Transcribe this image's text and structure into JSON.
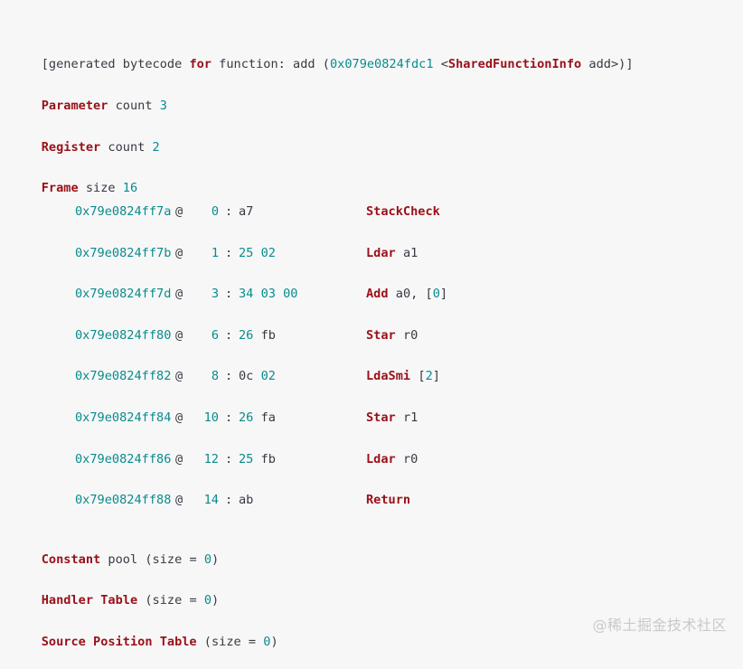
{
  "header": {
    "open": "[generated bytecode ",
    "for_kw": "for",
    "mid": " function: add (",
    "addr": "0x079e0824fdc1",
    "space_lt": " <",
    "sfi": "SharedFunctionInfo",
    "close": " add>)]"
  },
  "params": {
    "kw": "Parameter",
    "label": " count ",
    "value": "3"
  },
  "registers": {
    "kw": "Register",
    "label": " count ",
    "value": "2"
  },
  "frame": {
    "kw": "Frame",
    "label": " size ",
    "value": "16"
  },
  "instructions": [
    {
      "addr": "0x79e0824ff7a",
      "at": "@",
      "offset": "0",
      "colon": ":",
      "bytes": [
        {
          "t": "a7",
          "n": false
        }
      ],
      "op": "StackCheck",
      "args": []
    },
    {
      "addr": "0x79e0824ff7b",
      "at": "@",
      "offset": "1",
      "colon": ":",
      "bytes": [
        {
          "t": "25",
          "n": true
        },
        {
          "t": "02",
          "n": true
        }
      ],
      "op": "Ldar",
      "args": [
        {
          "t": "a1",
          "n": false
        }
      ]
    },
    {
      "addr": "0x79e0824ff7d",
      "at": "@",
      "offset": "3",
      "colon": ":",
      "bytes": [
        {
          "t": "34",
          "n": true
        },
        {
          "t": "03",
          "n": true
        },
        {
          "t": "00",
          "n": true
        }
      ],
      "op": "Add",
      "args": [
        {
          "t": "a0, [",
          "n": false
        },
        {
          "t": "0",
          "n": true
        },
        {
          "t": "]",
          "n": false
        }
      ]
    },
    {
      "addr": "0x79e0824ff80",
      "at": "@",
      "offset": "6",
      "colon": ":",
      "bytes": [
        {
          "t": "26",
          "n": true
        },
        {
          "t": "fb",
          "n": false
        }
      ],
      "op": "Star",
      "args": [
        {
          "t": "r0",
          "n": false
        }
      ]
    },
    {
      "addr": "0x79e0824ff82",
      "at": "@",
      "offset": "8",
      "colon": ":",
      "bytes": [
        {
          "t": "0c",
          "n": false
        },
        {
          "t": "02",
          "n": true
        }
      ],
      "op": "LdaSmi",
      "args": [
        {
          "t": "[",
          "n": false
        },
        {
          "t": "2",
          "n": true
        },
        {
          "t": "]",
          "n": false
        }
      ]
    },
    {
      "addr": "0x79e0824ff84",
      "at": "@",
      "offset": "10",
      "colon": ":",
      "bytes": [
        {
          "t": "26",
          "n": true
        },
        {
          "t": "fa",
          "n": false
        }
      ],
      "op": "Star",
      "args": [
        {
          "t": "r1",
          "n": false
        }
      ]
    },
    {
      "addr": "0x79e0824ff86",
      "at": "@",
      "offset": "12",
      "colon": ":",
      "bytes": [
        {
          "t": "25",
          "n": true
        },
        {
          "t": "fb",
          "n": false
        }
      ],
      "op": "Ldar",
      "args": [
        {
          "t": "r0",
          "n": false
        }
      ]
    },
    {
      "addr": "0x79e0824ff88",
      "at": "@",
      "offset": "14",
      "colon": ":",
      "bytes": [
        {
          "t": "ab",
          "n": false
        }
      ],
      "op": "Return",
      "args": []
    }
  ],
  "constant_pool": {
    "kw": "Constant",
    "label": " pool (size = ",
    "value": "0",
    "close": ")"
  },
  "handler_table": {
    "kw": "Handler Table",
    "label": " (size = ",
    "value": "0",
    "close": ")"
  },
  "source_position_table": {
    "kw": "Source Position Table",
    "label": " (size = ",
    "value": "0",
    "close": ")"
  },
  "watermark": "@稀土掘金技术社区"
}
